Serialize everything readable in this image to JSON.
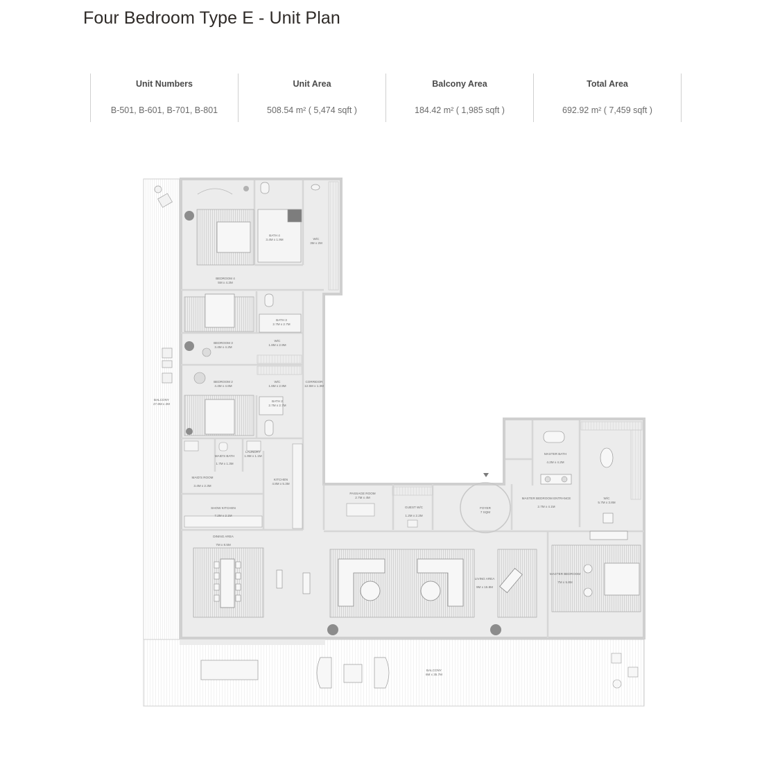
{
  "page": {
    "title": "Four Bedroom Type E - Unit Plan"
  },
  "specs": [
    {
      "label": "Unit Numbers",
      "value": "B-501, B-601, B-701, B-801"
    },
    {
      "label": "Unit Area",
      "value": "508.54 m² ( 5,474 sqft )"
    },
    {
      "label": "Balcony Area",
      "value": "184.42 m² ( 1,985 sqft )"
    },
    {
      "label": "Total Area",
      "value": "692.92 m² ( 7,459 sqft )"
    }
  ],
  "rooms": {
    "bedroom4": "BEDROOM 4",
    "bedroom4_dim": "5M x 4.2M",
    "bath4": "BATH 4",
    "bath4_dim": "3.4M x 1.9M",
    "wic4": "W/C",
    "wic4_dim": "3M x 2M",
    "bath3": "BATH 3",
    "bath3_dim": "2.7M x 2.7M",
    "bedroom3": "BEDROOM 3",
    "bedroom3_dim": "3.4M x 4.2M",
    "wic3": "W/C",
    "wic3_dim": "1.8M x 2.9M",
    "bedroom2": "BEDROOM 2",
    "bedroom2_dim": "4.4M x 4.6M",
    "wic2": "W/C",
    "wic2_dim": "1.6M x 2.9M",
    "corridor": "CORRIDOR",
    "corridor_dim": "12.5M x 1.3M",
    "bath2": "BATH 2",
    "bath2_dim": "2.7M x 2.7M",
    "balcony_side": "BALCONY",
    "balcony_side_dim": "27.8M x 2M",
    "maids_bath": "MAID'S BATH",
    "maids_bath_dim": "1.7M x 1.3M",
    "laundry": "LAUNDRY",
    "laundry_dim": "1.9M x 1.1M",
    "maids_room": "MAID'S ROOM",
    "maids_room_dim": "3.4M x 2.3M",
    "kitchen": "KITCHEN",
    "kitchen_dim": "4.8M x 5.3M",
    "show_kitchen": "SHOW KITCHEN",
    "show_kitchen_dim": "7.2M x 2.1M",
    "dining": "DINING AREA",
    "dining_dim": "7M x 8.5M",
    "passage": "PASSAGE ROOM",
    "passage_dim": "2.7M x 4M",
    "guest_wc": "GUEST W/C",
    "guest_wc_dim": "1.2M x 2.2M",
    "foyer": "FOYER",
    "foyer_dim": "7 SQM",
    "master_bath": "MASTER BATH",
    "master_bath_dim": "4.2M x 4.2M",
    "master_entrance": "MASTER BEDROOM ENTRANCE",
    "master_entrance_dim": "2.7M x 4.1M",
    "master_wic": "W/C",
    "master_wic_dim": "5.7M x 3.8M",
    "living": "LIVING AREA",
    "living_dim": "9M x 15.8M",
    "master_bedroom": "MASTER BEDROOM",
    "master_bedroom_dim": "7M x 5.8M",
    "balcony_main": "BALCONY",
    "balcony_main_dim": "6M x 35.7M"
  }
}
